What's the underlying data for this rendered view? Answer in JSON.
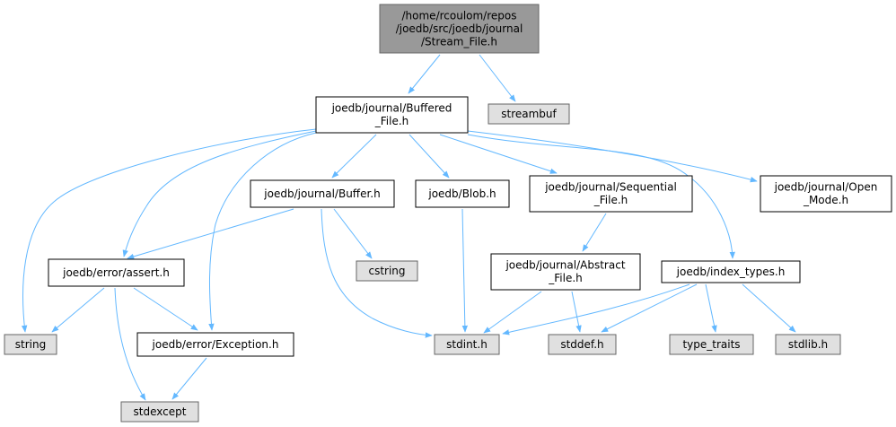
{
  "colors": {
    "root_fill": "#999999",
    "normal_fill": "#ffffff",
    "system_fill": "#e0e0e0",
    "border": "#666666",
    "border_normal": "#000000",
    "edge": "#63b8ff"
  },
  "nodes": [
    {
      "id": "stream_file",
      "kind": "root",
      "lines": [
        "/home/rcoulom/repos",
        "/joedb/src/joedb/journal",
        "/Stream_File.h"
      ]
    },
    {
      "id": "buffered_file",
      "kind": "normal",
      "lines": [
        "joedb/journal/Buffered",
        "_File.h"
      ]
    },
    {
      "id": "streambuf",
      "kind": "system",
      "lines": [
        "streambuf"
      ]
    },
    {
      "id": "buffer",
      "kind": "normal",
      "lines": [
        "joedb/journal/Buffer.h"
      ]
    },
    {
      "id": "blob",
      "kind": "normal",
      "lines": [
        "joedb/Blob.h"
      ]
    },
    {
      "id": "sequential_file",
      "kind": "normal",
      "lines": [
        "joedb/journal/Sequential",
        "_File.h"
      ]
    },
    {
      "id": "open_mode",
      "kind": "normal",
      "lines": [
        "joedb/journal/Open",
        "_Mode.h"
      ]
    },
    {
      "id": "assert",
      "kind": "normal",
      "lines": [
        "joedb/error/assert.h"
      ]
    },
    {
      "id": "cstring",
      "kind": "system",
      "lines": [
        "cstring"
      ]
    },
    {
      "id": "abstract_file",
      "kind": "normal",
      "lines": [
        "joedb/journal/Abstract",
        "_File.h"
      ]
    },
    {
      "id": "index_types",
      "kind": "normal",
      "lines": [
        "joedb/index_types.h"
      ]
    },
    {
      "id": "string",
      "kind": "system",
      "lines": [
        "string"
      ]
    },
    {
      "id": "exception",
      "kind": "normal",
      "lines": [
        "joedb/error/Exception.h"
      ]
    },
    {
      "id": "stdint",
      "kind": "system",
      "lines": [
        "stdint.h"
      ]
    },
    {
      "id": "stddef",
      "kind": "system",
      "lines": [
        "stddef.h"
      ]
    },
    {
      "id": "type_traits",
      "kind": "system",
      "lines": [
        "type_traits"
      ]
    },
    {
      "id": "stdlib",
      "kind": "system",
      "lines": [
        "stdlib.h"
      ]
    },
    {
      "id": "stdexcept",
      "kind": "system",
      "lines": [
        "stdexcept"
      ]
    }
  ],
  "edges": [
    {
      "from": "stream_file",
      "to": "buffered_file"
    },
    {
      "from": "stream_file",
      "to": "streambuf"
    },
    {
      "from": "buffered_file",
      "to": "buffer"
    },
    {
      "from": "buffered_file",
      "to": "blob"
    },
    {
      "from": "buffered_file",
      "to": "sequential_file"
    },
    {
      "from": "buffered_file",
      "to": "open_mode"
    },
    {
      "from": "buffered_file",
      "to": "index_types"
    },
    {
      "from": "buffered_file",
      "to": "assert"
    },
    {
      "from": "buffered_file",
      "to": "exception"
    },
    {
      "from": "buffered_file",
      "to": "string"
    },
    {
      "from": "buffer",
      "to": "assert"
    },
    {
      "from": "buffer",
      "to": "cstring"
    },
    {
      "from": "buffer",
      "to": "stdint"
    },
    {
      "from": "blob",
      "to": "stdint"
    },
    {
      "from": "sequential_file",
      "to": "abstract_file"
    },
    {
      "from": "abstract_file",
      "to": "stdint"
    },
    {
      "from": "abstract_file",
      "to": "stddef"
    },
    {
      "from": "index_types",
      "to": "stdint"
    },
    {
      "from": "index_types",
      "to": "stddef"
    },
    {
      "from": "index_types",
      "to": "type_traits"
    },
    {
      "from": "index_types",
      "to": "stdlib"
    },
    {
      "from": "assert",
      "to": "string"
    },
    {
      "from": "assert",
      "to": "exception"
    },
    {
      "from": "assert",
      "to": "stdexcept"
    },
    {
      "from": "exception",
      "to": "stdexcept"
    }
  ]
}
